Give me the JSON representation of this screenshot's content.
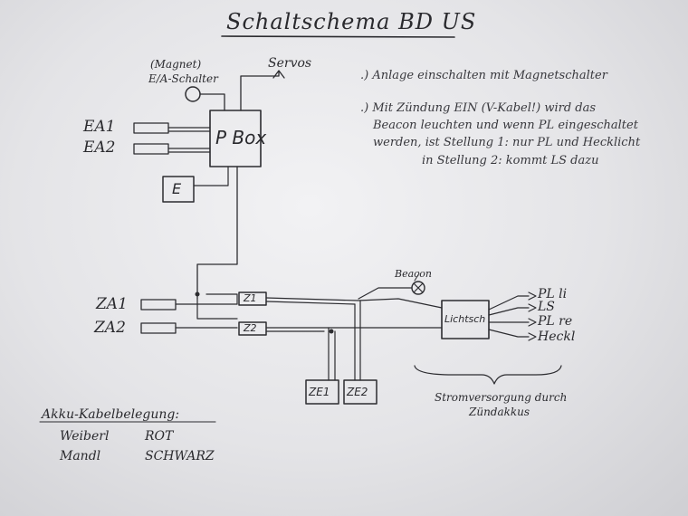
{
  "title": "Schaltschema BD US",
  "labels": {
    "magnet": "(Magnet)",
    "switch": "E/A-Schalter",
    "servos": "Servos",
    "ea1": "EA1",
    "ea2": "EA2",
    "pbox": "P Box",
    "e_box": "E",
    "za1": "ZA1",
    "za2": "ZA2",
    "z1": "Z1",
    "z2": "Z2",
    "beacon": "Beacon",
    "lichtsch": "Lichtsch",
    "pl_li": "PL li",
    "ls": "LS",
    "pl_re": "PL re",
    "heckl": "Heckl",
    "ze1": "ZE1",
    "ze2": "ZE2",
    "strom1": "Stromversorgung durch",
    "strom2": "Zündakkus"
  },
  "notes": [
    ".) Anlage einschalten mit Magnetschalter",
    ".) Mit Zündung EIN (V-Kabel!) wird das",
    "Beacon leuchten und wenn PL eingeschaltet",
    "werden, ist Stellung 1: nur PL und Hecklicht",
    "in    Stellung 2: kommt LS dazu"
  ],
  "legend": {
    "heading": "Akku-Kabelbelegung:",
    "rows": [
      {
        "name": "Weiberl",
        "color": "ROT"
      },
      {
        "name": "Mandl",
        "color": "SCHWARZ"
      }
    ]
  }
}
